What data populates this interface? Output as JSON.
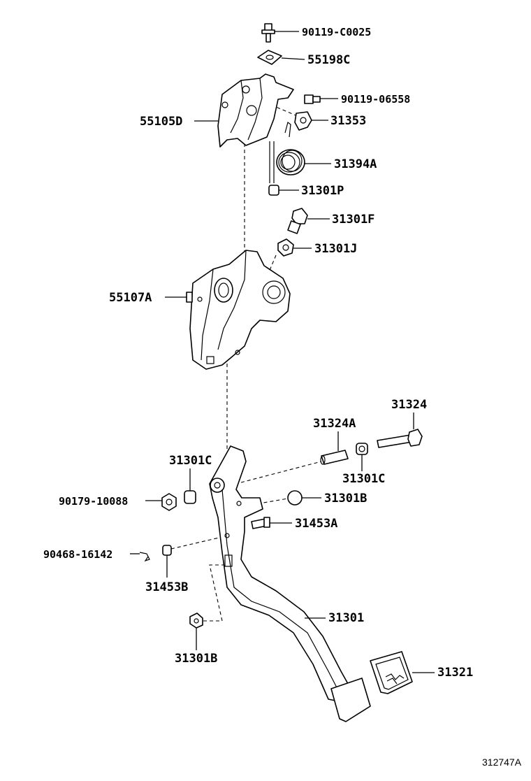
{
  "diagram": {
    "figure_id": "312747A",
    "labels": {
      "p90119_C0025": "90119-C0025",
      "p55198C": "55198C",
      "p90119_06558": "90119-06558",
      "p55105D": "55105D",
      "p31353": "31353",
      "p31394A": "31394A",
      "p31301P": "31301P",
      "p31301F": "31301F",
      "p31301J": "31301J",
      "p55107A": "55107A",
      "p31324": "31324",
      "p31324A": "31324A",
      "p31301C_left": "31301C",
      "p31301C_right": "31301C",
      "p90179_10088": "90179-10088",
      "p31301B_right": "31301B",
      "p31453A": "31453A",
      "p90468_16142": "90468-16142",
      "p31453B": "31453B",
      "p31301": "31301",
      "p31321": "31321",
      "p31301B_bottom": "31301B"
    }
  }
}
